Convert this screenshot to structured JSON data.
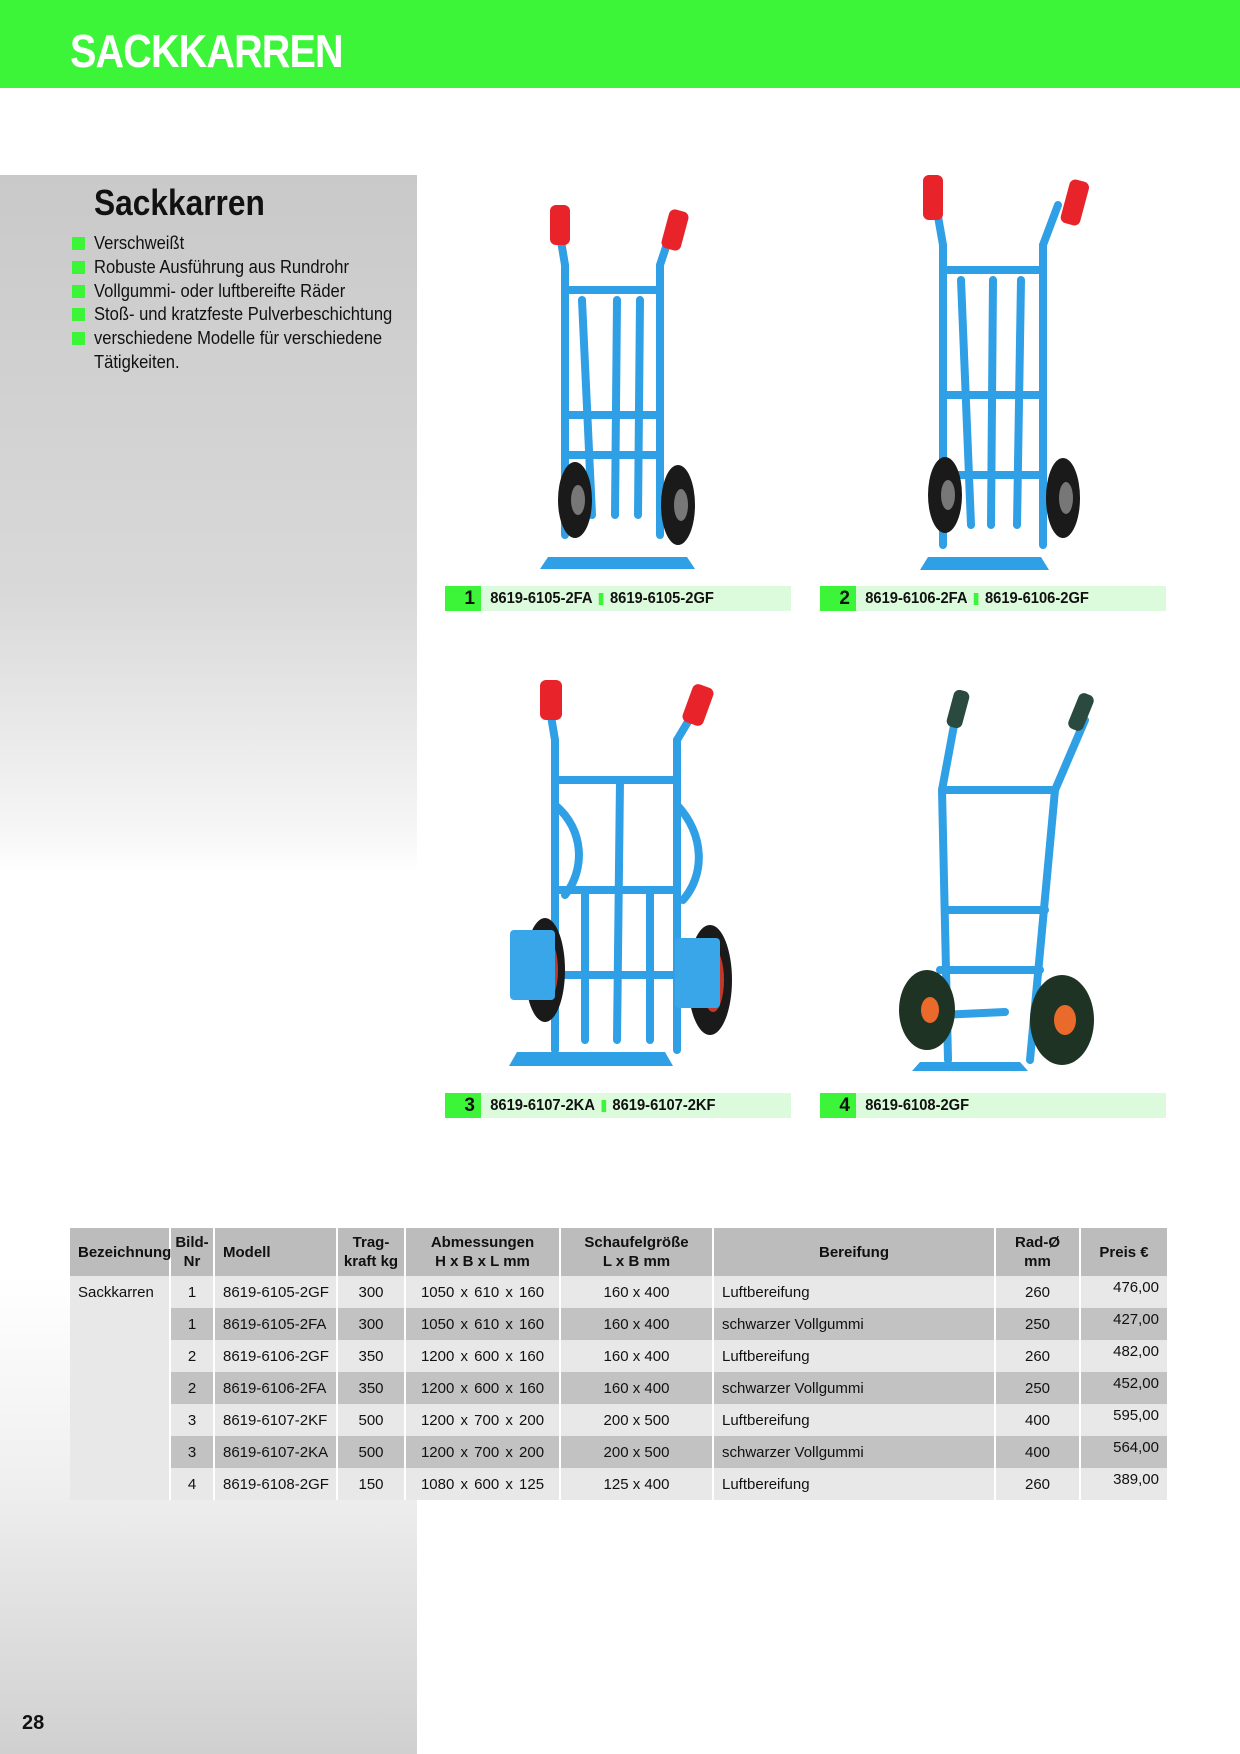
{
  "header": {
    "title": "SACKKARREN"
  },
  "section": {
    "title": "Sackkarren",
    "features": [
      "Verschweißt",
      "Robuste Ausführung aus Rundrohr",
      "Vollgummi- oder luftbereifte Räder",
      "Stoß- und kratzfeste Pulverbeschichtung",
      "verschiedene Modelle für verschiedene",
      "Tätigkeiten."
    ]
  },
  "products": [
    {
      "number": "1",
      "code_a": "8619-6105-2FA",
      "code_b": "8619-6105-2GF"
    },
    {
      "number": "2",
      "code_a": "8619-6106-2FA",
      "code_b": "8619-6106-2GF"
    },
    {
      "number": "3",
      "code_a": "8619-6107-2KA",
      "code_b": "8619-6107-2KF"
    },
    {
      "number": "4",
      "code_a": "8619-6108-2GF"
    }
  ],
  "colors": {
    "accent_green": "#3df538",
    "caption_bg": "#dcfadc",
    "frame_blue": "#2f9fe6",
    "grip_red": "#e8232a",
    "grip_dark": "#2a4a40"
  },
  "table": {
    "headers": {
      "bezeichnung": "Bezeichnung",
      "bild_1": "Bild-",
      "bild_2": "Nr",
      "modell": "Modell",
      "trag_1": "Trag-",
      "trag_2": "kraft kg",
      "abm_1": "Abmessungen",
      "abm_2": "H x B x L mm",
      "schaufel_1": "Schaufelgröße",
      "schaufel_2": "L x B mm",
      "bereifung": "Bereifung",
      "rad_1": "Rad-Ø",
      "rad_2": "mm",
      "preis": "Preis €"
    },
    "bezeichnung": "Sackkarren",
    "rows": [
      {
        "bild": "1",
        "modell": "8619-6105-2GF",
        "trag": "300",
        "h": "1050",
        "b": "610",
        "l": "160",
        "schaufel": "160 x 400",
        "bereifung": "Luftbereifung",
        "rad": "260",
        "preis": "476,00"
      },
      {
        "bild": "1",
        "modell": "8619-6105-2FA",
        "trag": "300",
        "h": "1050",
        "b": "610",
        "l": "160",
        "schaufel": "160 x 400",
        "bereifung": "schwarzer Vollgummi",
        "rad": "250",
        "preis": "427,00"
      },
      {
        "bild": "2",
        "modell": "8619-6106-2GF",
        "trag": "350",
        "h": "1200",
        "b": "600",
        "l": "160",
        "schaufel": "160 x 400",
        "bereifung": "Luftbereifung",
        "rad": "260",
        "preis": "482,00"
      },
      {
        "bild": "2",
        "modell": "8619-6106-2FA",
        "trag": "350",
        "h": "1200",
        "b": "600",
        "l": "160",
        "schaufel": "160 x 400",
        "bereifung": "schwarzer Vollgummi",
        "rad": "250",
        "preis": "452,00"
      },
      {
        "bild": "3",
        "modell": "8619-6107-2KF",
        "trag": "500",
        "h": "1200",
        "b": "700",
        "l": "200",
        "schaufel": "200 x 500",
        "bereifung": "Luftbereifung",
        "rad": "400",
        "preis": "595,00"
      },
      {
        "bild": "3",
        "modell": "8619-6107-2KA",
        "trag": "500",
        "h": "1200",
        "b": "700",
        "l": "200",
        "schaufel": "200 x 500",
        "bereifung": "schwarzer Vollgummi",
        "rad": "400",
        "preis": "564,00"
      },
      {
        "bild": "4",
        "modell": "8619-6108-2GF",
        "trag": "150",
        "h": "1080",
        "b": "600",
        "l": "125",
        "schaufel": "125 x 400",
        "bereifung": "Luftbereifung",
        "rad": "260",
        "preis": "389,00"
      }
    ]
  },
  "page_number": "28"
}
